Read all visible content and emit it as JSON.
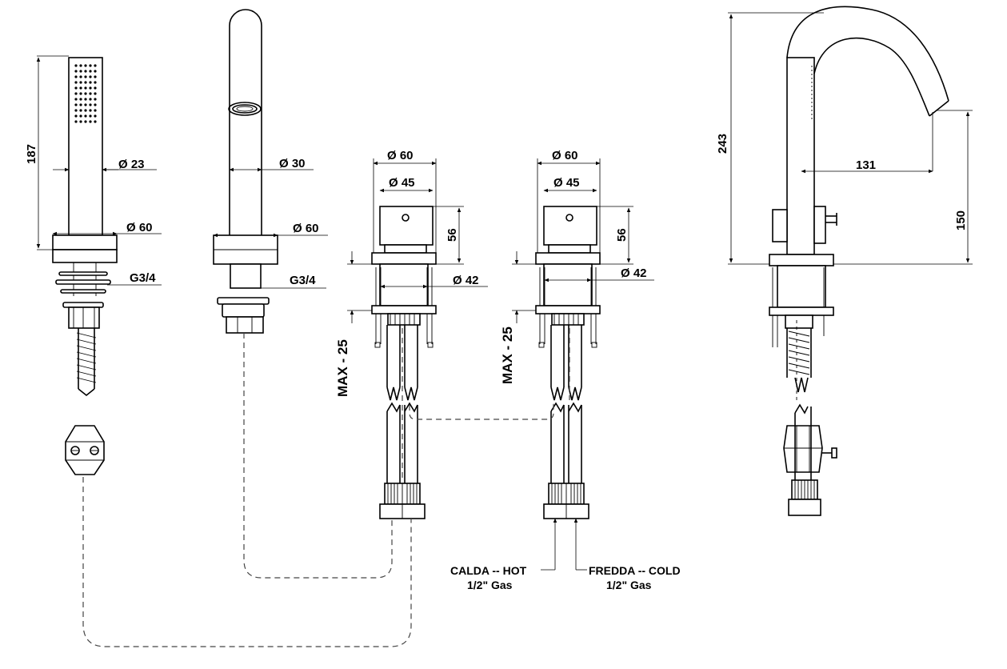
{
  "hand_shower": {
    "height": "187",
    "handle_diameter": "Ø 23",
    "base_diameter": "Ø 60",
    "thread": "G3/4"
  },
  "spout_holder": {
    "tube_diameter": "Ø 30",
    "base_diameter": "Ø 60",
    "thread": "G3/4"
  },
  "valve_left": {
    "outer_diameter": "Ø 60",
    "inner_diameter": "Ø 45",
    "height": "56",
    "shank_diameter": "Ø 42",
    "max_thickness": "MAX - 25"
  },
  "valve_right": {
    "outer_diameter": "Ø 60",
    "inner_diameter": "Ø 45",
    "height": "56",
    "shank_diameter": "Ø 42",
    "max_thickness": "MAX - 25"
  },
  "spout_side": {
    "height": "243",
    "reach": "131",
    "outlet_height": "150"
  },
  "connections": {
    "hot_line1": "CALDA -- HOT",
    "hot_line2": "1/2\" Gas",
    "cold_line1": "FREDDA -- COLD",
    "cold_line2": "1/2\" Gas"
  }
}
